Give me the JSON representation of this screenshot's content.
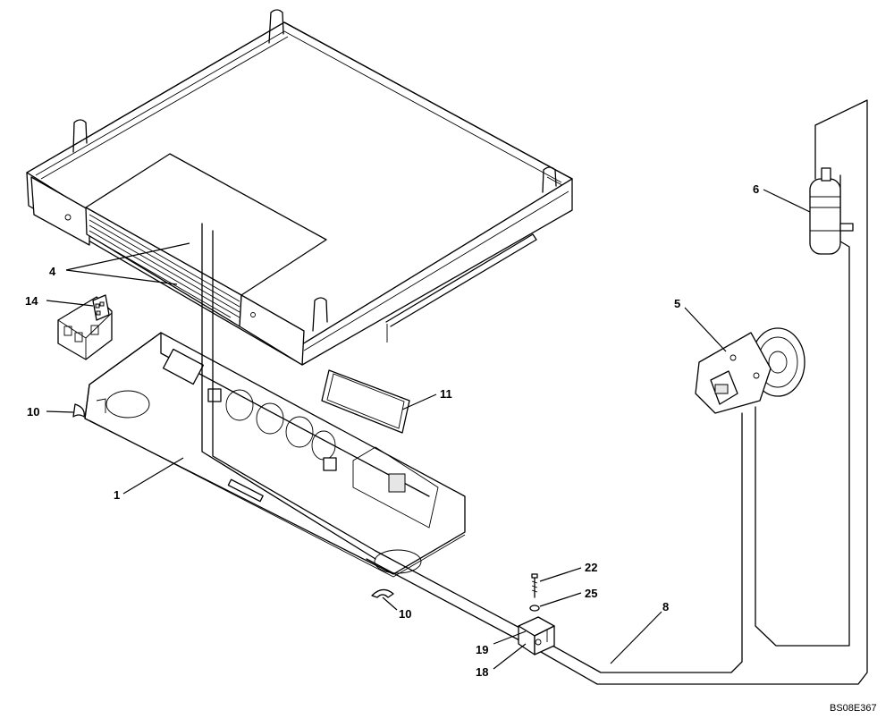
{
  "callouts": {
    "c1": "1",
    "c4": "4",
    "c5": "5",
    "c6": "6",
    "c8": "8",
    "c10a": "10",
    "c10b": "10",
    "c11": "11",
    "c14": "14",
    "c18": "18",
    "c19": "19",
    "c22": "22",
    "c25": "25"
  },
  "drawing_ref": "BS08E367"
}
